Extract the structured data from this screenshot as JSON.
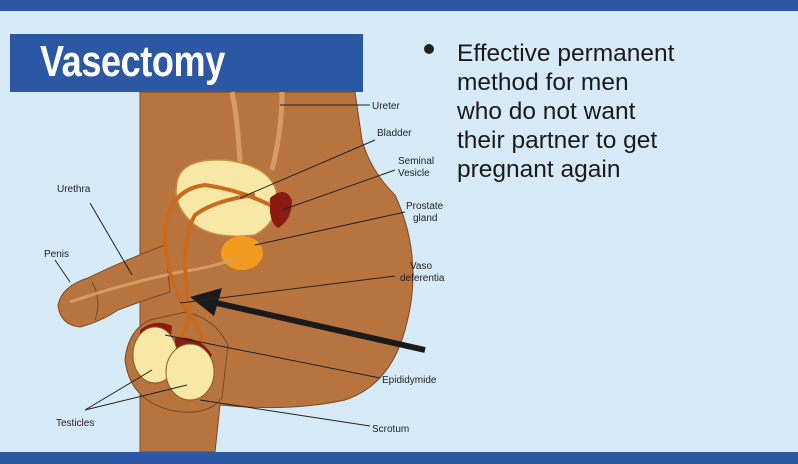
{
  "title": "Vasectomy",
  "bullet": "Effective permanent\nmethod for men\nwho do not want\ntheir partner to get\npregnant again",
  "labels": {
    "ureter": "Ureter",
    "bladder": "Bladder",
    "seminal_vesicle_1": "Seminal",
    "seminal_vesicle_2": "Vesicle",
    "prostate_1": "Prostate",
    "prostate_2": "gland",
    "urethra": "Urethra",
    "penis": "Penis",
    "vaso_1": "Vaso",
    "vaso_2": "deferentia",
    "epididymide": "Epididymide",
    "testicles": "Testicles",
    "scrotum": "Scrotum"
  },
  "colors": {
    "header_blue": "#2b57a3",
    "background": "#d6ebf7",
    "skin": "#b8743f",
    "skin_dark": "#8a4f22",
    "bladder": "#f7e8a6",
    "prostate": "#f29a1e",
    "vesicle": "#8b1a12",
    "duct": "#c96a1e"
  }
}
